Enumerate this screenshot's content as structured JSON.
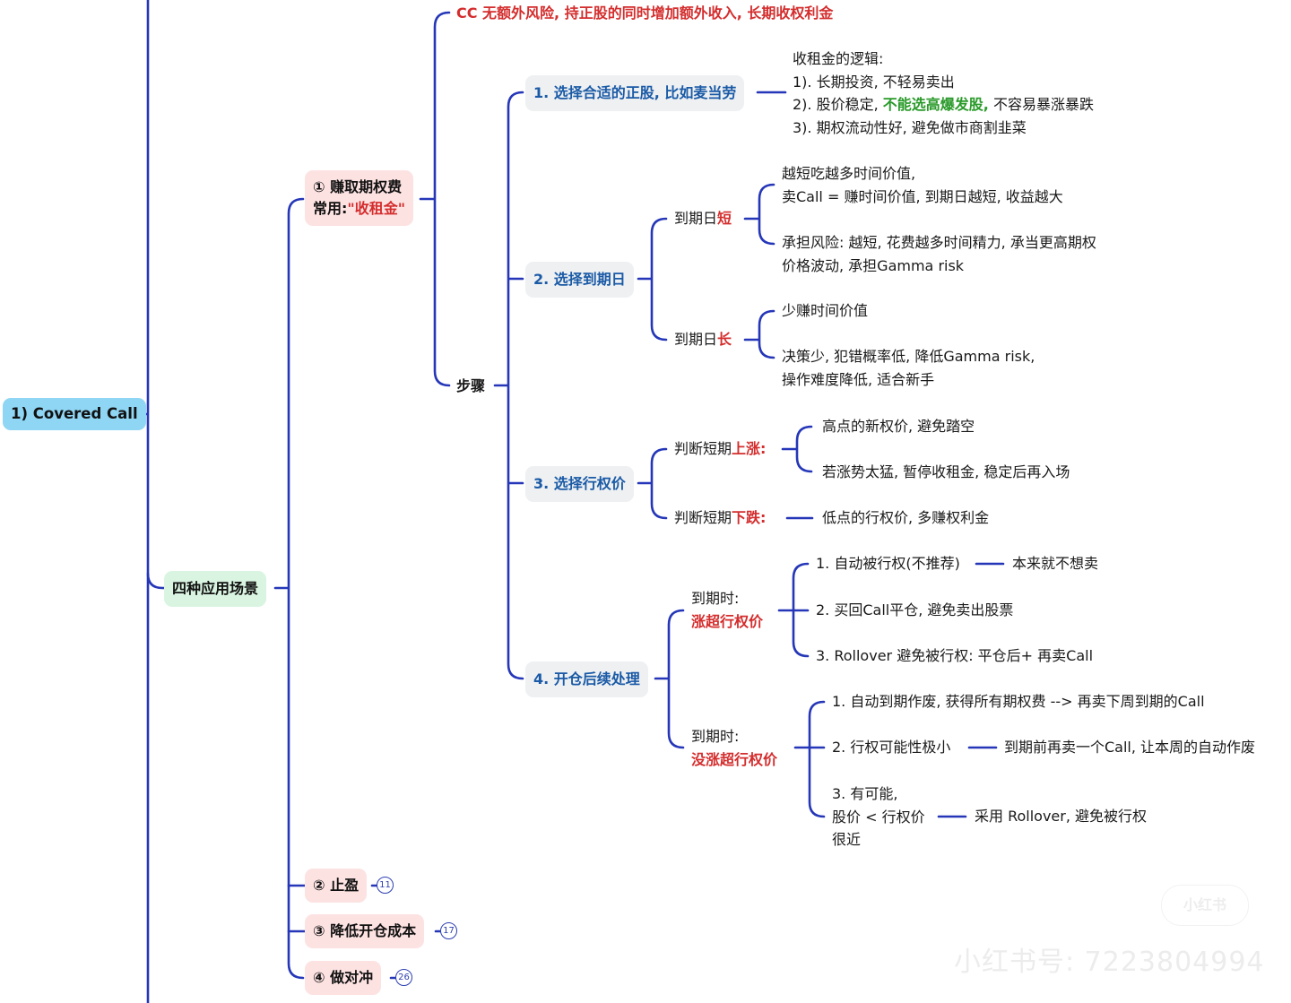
{
  "colors": {
    "connector": "#2537b8",
    "root_bg": "#8fd6f4",
    "scenario_bg": "#d9f5e1",
    "item_bg": "#fde2e2",
    "step_bg": "#eef0f2",
    "step_text": "#1a5aa6",
    "highlight_red": "#d42d2d",
    "highlight_green": "#2a9a2a"
  },
  "root": {
    "label": "1) Covered Call"
  },
  "scenarios": {
    "label": "四种应用场景"
  },
  "item1": {
    "line1": "① 赚取期权费",
    "line2_prefix": "常用:",
    "line2_highlight": "\"收租金\""
  },
  "summary": "CC 无额外风险, 持正股的同时增加额外收入, 长期收权利金",
  "steps_label": "步骤",
  "step1": {
    "label": "1. 选择合适的正股, 比如麦当劳",
    "notes": {
      "title": "收租金的逻辑:",
      "l1": "1). 长期投资, 不轻易卖出",
      "l2_prefix": "2). 股价稳定, ",
      "l2_highlight": "不能选高爆发股,",
      "l2_suffix": " 不容易暴涨暴跌",
      "l3": "3). 期权流动性好, 避免做市商割韭菜"
    }
  },
  "step2": {
    "label": "2. 选择到期日",
    "short": {
      "prefix": "到期日",
      "highlight": "短",
      "n1a": "越短吃越多时间价值,",
      "n1b": "卖Call = 赚时间价值, 到期日越短, 收益越大",
      "n2a": "承担风险: 越短, 花费越多时间精力, 承当更高期权",
      "n2b": "价格波动, 承担Gamma risk"
    },
    "long": {
      "prefix": "到期日",
      "highlight": "长",
      "n1": "少赚时间价值",
      "n2a": "决策少, 犯错概率低, 降低Gamma risk,",
      "n2b": "操作难度降低, 适合新手"
    }
  },
  "step3": {
    "label": "3. 选择行权价",
    "up": {
      "prefix": "判断短期",
      "highlight": "上涨:",
      "n1": "高点的新权价, 避免踏空",
      "n2": "若涨势太猛, 暂停收租金, 稳定后再入场"
    },
    "down": {
      "prefix": "判断短期",
      "highlight": "下跌:",
      "n1": "低点的行权价, 多赚权利金"
    }
  },
  "step4": {
    "label": "4. 开仓后续处理",
    "above": {
      "line1": "到期时:",
      "line2": "涨超行权价",
      "o1": "1. 自动被行权(不推荐)",
      "o1_note": "本来就不想卖",
      "o2": "2. 买回Call平仓, 避免卖出股票",
      "o3": "3. Rollover 避免被行权: 平仓后+ 再卖Call"
    },
    "below": {
      "line1": "到期时:",
      "line2": "没涨超行权价",
      "o1": "1. 自动到期作废, 获得所有期权费 --> 再卖下周到期的Call",
      "o2": "2. 行权可能性极小",
      "o2_note": "到期前再卖一个Call, 让本周的自动作废",
      "o3a": "3. 有可能,",
      "o3b": "股价 < 行权价",
      "o3c": "很近",
      "o3_note": "采用 Rollover, 避免被行权"
    }
  },
  "item2": {
    "label": "② 止盈",
    "count": "11"
  },
  "item3": {
    "label": "③ 降低开仓成本",
    "count": "17"
  },
  "item4": {
    "label": "④  做对冲",
    "count": "26"
  },
  "watermark": {
    "logo": "小红书",
    "text": "小红书号: 7223804994"
  }
}
